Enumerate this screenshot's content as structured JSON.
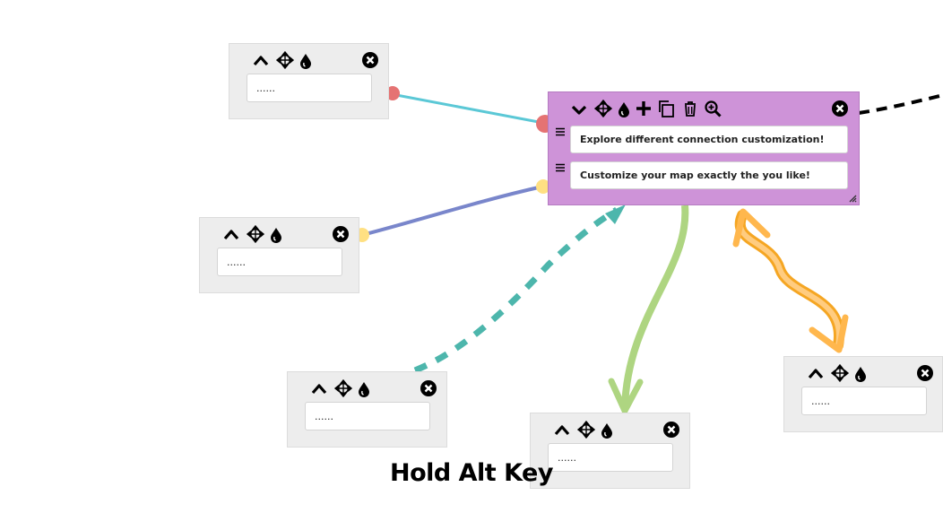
{
  "caption": "Hold Alt Key",
  "colors": {
    "node_bg": "#ededed",
    "selected_node_bg": "#ce93d8",
    "link_cyan": "#5bc8d6",
    "link_indigo": "#7986cb",
    "link_teal_dashed": "#4db6ac",
    "link_green": "#aed581",
    "link_orange": "#ffb74d",
    "link_black_dashed": "#000000",
    "anchor_red": "#e57373",
    "anchor_yellow": "#ffe082"
  },
  "selected_node": {
    "items": [
      {
        "text": "Explore different connection customization!"
      },
      {
        "text": "Customize your map exactly the you like!"
      }
    ],
    "icons": [
      "chevron-down-icon",
      "move-icon",
      "drop-icon",
      "plus-icon",
      "copy-icon",
      "trash-icon",
      "zoom-in-icon",
      "close-icon"
    ]
  },
  "nodes": [
    {
      "id": "top-left",
      "text": "......"
    },
    {
      "id": "mid-left",
      "text": "......"
    },
    {
      "id": "bottom-left",
      "text": "......"
    },
    {
      "id": "bottom-center",
      "text": "......"
    },
    {
      "id": "right",
      "text": "......"
    }
  ],
  "small_node_icons": [
    "chevron-up-icon",
    "move-icon",
    "drop-icon",
    "close-icon"
  ]
}
